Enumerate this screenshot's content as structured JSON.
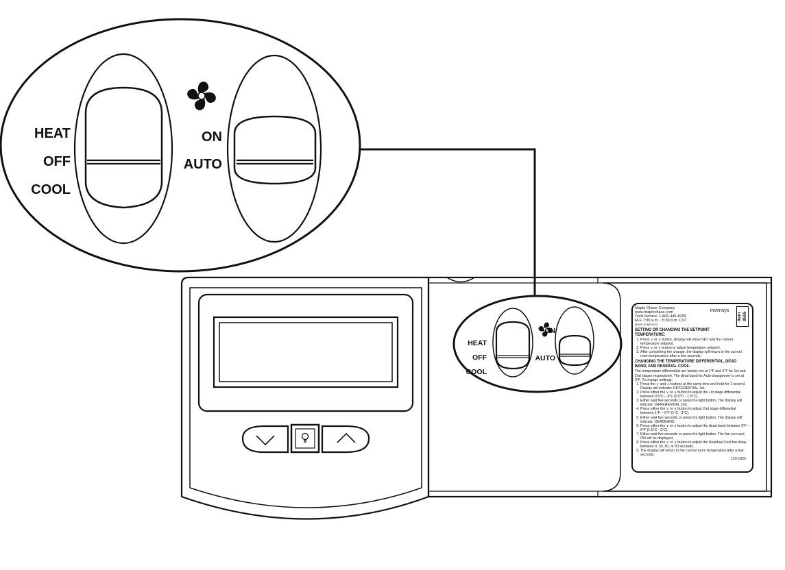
{
  "zoomed_panel": {
    "mode_switch_labels": [
      "HEAT",
      "OFF",
      "COOL"
    ],
    "fan_switch_labels": [
      "ON",
      "AUTO"
    ],
    "fan_icon": "fan-icon"
  },
  "thermostat": {
    "buttons": [
      {
        "name": "down",
        "icon": "chevron-down-icon"
      },
      {
        "name": "light",
        "icon": "lightbulb-icon"
      },
      {
        "name": "up",
        "icon": "chevron-up-icon"
      }
    ],
    "small_panel": {
      "mode_switch_labels": [
        "HEAT",
        "OFF",
        "COOL"
      ],
      "fan_switch_labels": [
        "ON",
        "AUTO"
      ]
    }
  },
  "instruction_card": {
    "company": "Maple Chase Company",
    "website": "www.maplechase.com",
    "tech_service": "Tech Service: 1-800-445-8299",
    "hours": "M-F 7:30 a.m. - 5:30 p.m. CST",
    "origin": "MADE IN MEXICO",
    "brand": "invensys",
    "item": "Item 9555",
    "section1_title": "SETTING OR CHANGING THE SETPOINT TEMPERATURE:",
    "section1_steps": [
      "Press ∨ or ∧ button. Display will show SET and the current temperature setpoint.",
      "Press ∨ or ∧ button to adjust temperature setpoint.",
      "After completing the change, the display will return to the current room temperature after a few seconds."
    ],
    "section2_title": "CHANGING THE TEMPERATURE DIFFERENTIAL, DEAD BAND, AND RESIDUAL COOL:",
    "section2_intro": "The temperature differentials are factory set at 1°F and 2°F for 1st and 2nd stages respectively. The dead band for Auto-changeover is set at 3°F. To change settings:",
    "section2_steps": [
      "Press the ∨ and ∧ buttons at the same time and hold for 1 second. Display will indicate: DIFFERENTIAL 1st.",
      "Press either the ∨ or ∧ button to adjust the 1st stage differential between 0.5°F – 3°F (0.5°C - 1.5°C).",
      "Either wait five seconds or press the light button. The display will indicate: DIFFERENTIAL 2nd.",
      "Press either the ∨ or ∧ button to adjust 2nd stage differential between 1°F – 6°F (1°C - 3°C).",
      "Either wait five seconds or press the light button. The display will indicate: DEADBAND.",
      "Press either the ∨ or ∧ button to adjust the dead band between 3°F – 6°F (1.5°C - 3°C).",
      "Either wait five seconds or press the light button. The fan icon and ON will be displayed.",
      "Press either the ∨ or ∧ button to adjust the Residual Cool fan delay between 0, 30, 60, or 90 seconds.",
      "The display will return to the current room temperature after a few seconds."
    ],
    "doc_code": "129-1025"
  }
}
